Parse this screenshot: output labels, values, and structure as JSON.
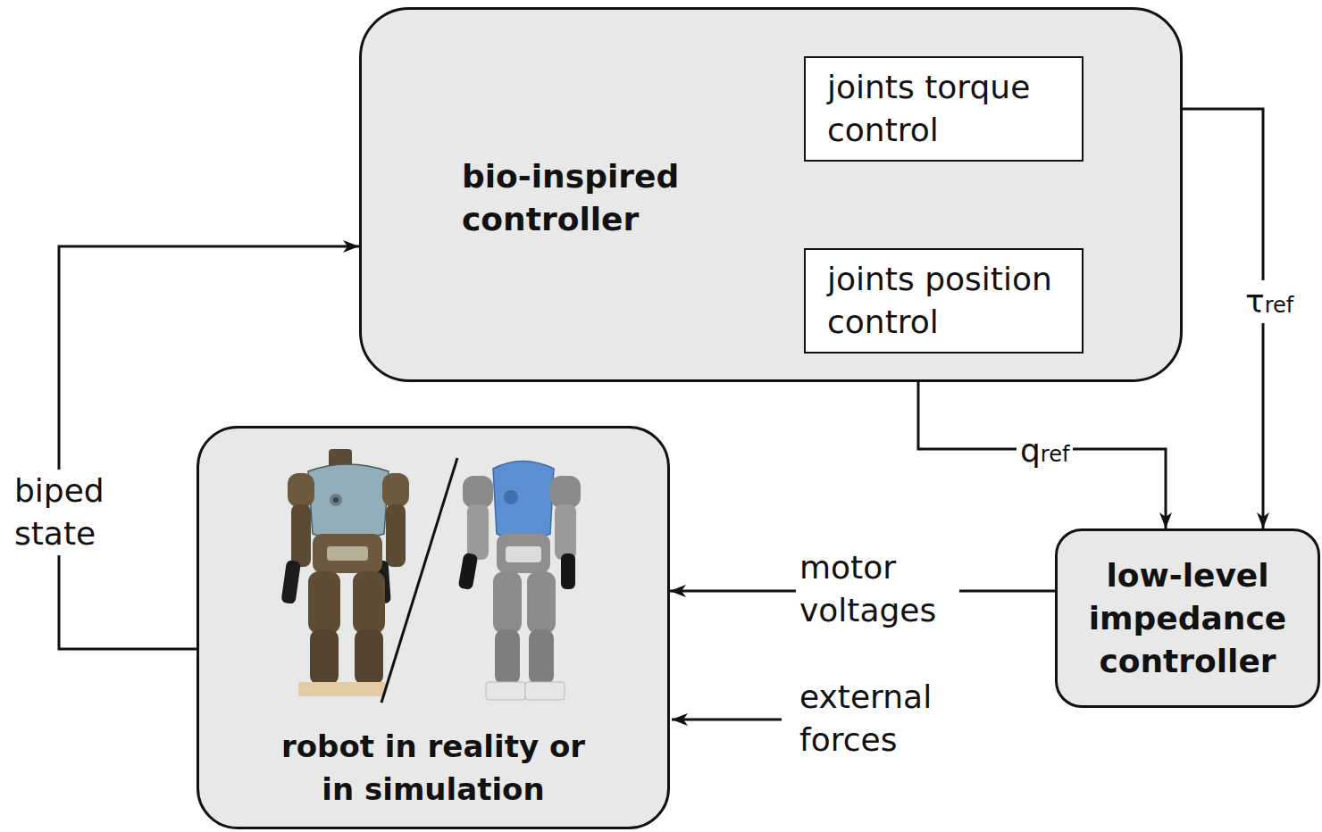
{
  "diagram": {
    "nodes": [
      {
        "text": [
          "bio-inspired controller"
        ]
      },
      {
        "text": [
          "joints torque control"
        ],
        "in": 0
      },
      {
        "text": [
          "joints position control"
        ],
        "in": 0
      },
      {
        "text": [
          "low-level impedance controller"
        ]
      },
      {
        "text": [
          "robot in reality or in simulation"
        ]
      }
    ],
    "edges": [
      {
        "from": 1,
        "to": 3,
        "arrow": "to",
        "label": "τref"
      },
      {
        "from": 2,
        "to": 3,
        "arrow": "to",
        "label": "qref"
      },
      {
        "from": 3,
        "to": 4,
        "arrow": "to",
        "label": "motor voltages"
      },
      {
        "from": 4,
        "to": 0,
        "arrow": "to",
        "label": "biped state"
      }
    ],
    "labels": [
      "external forces"
    ]
  }
}
